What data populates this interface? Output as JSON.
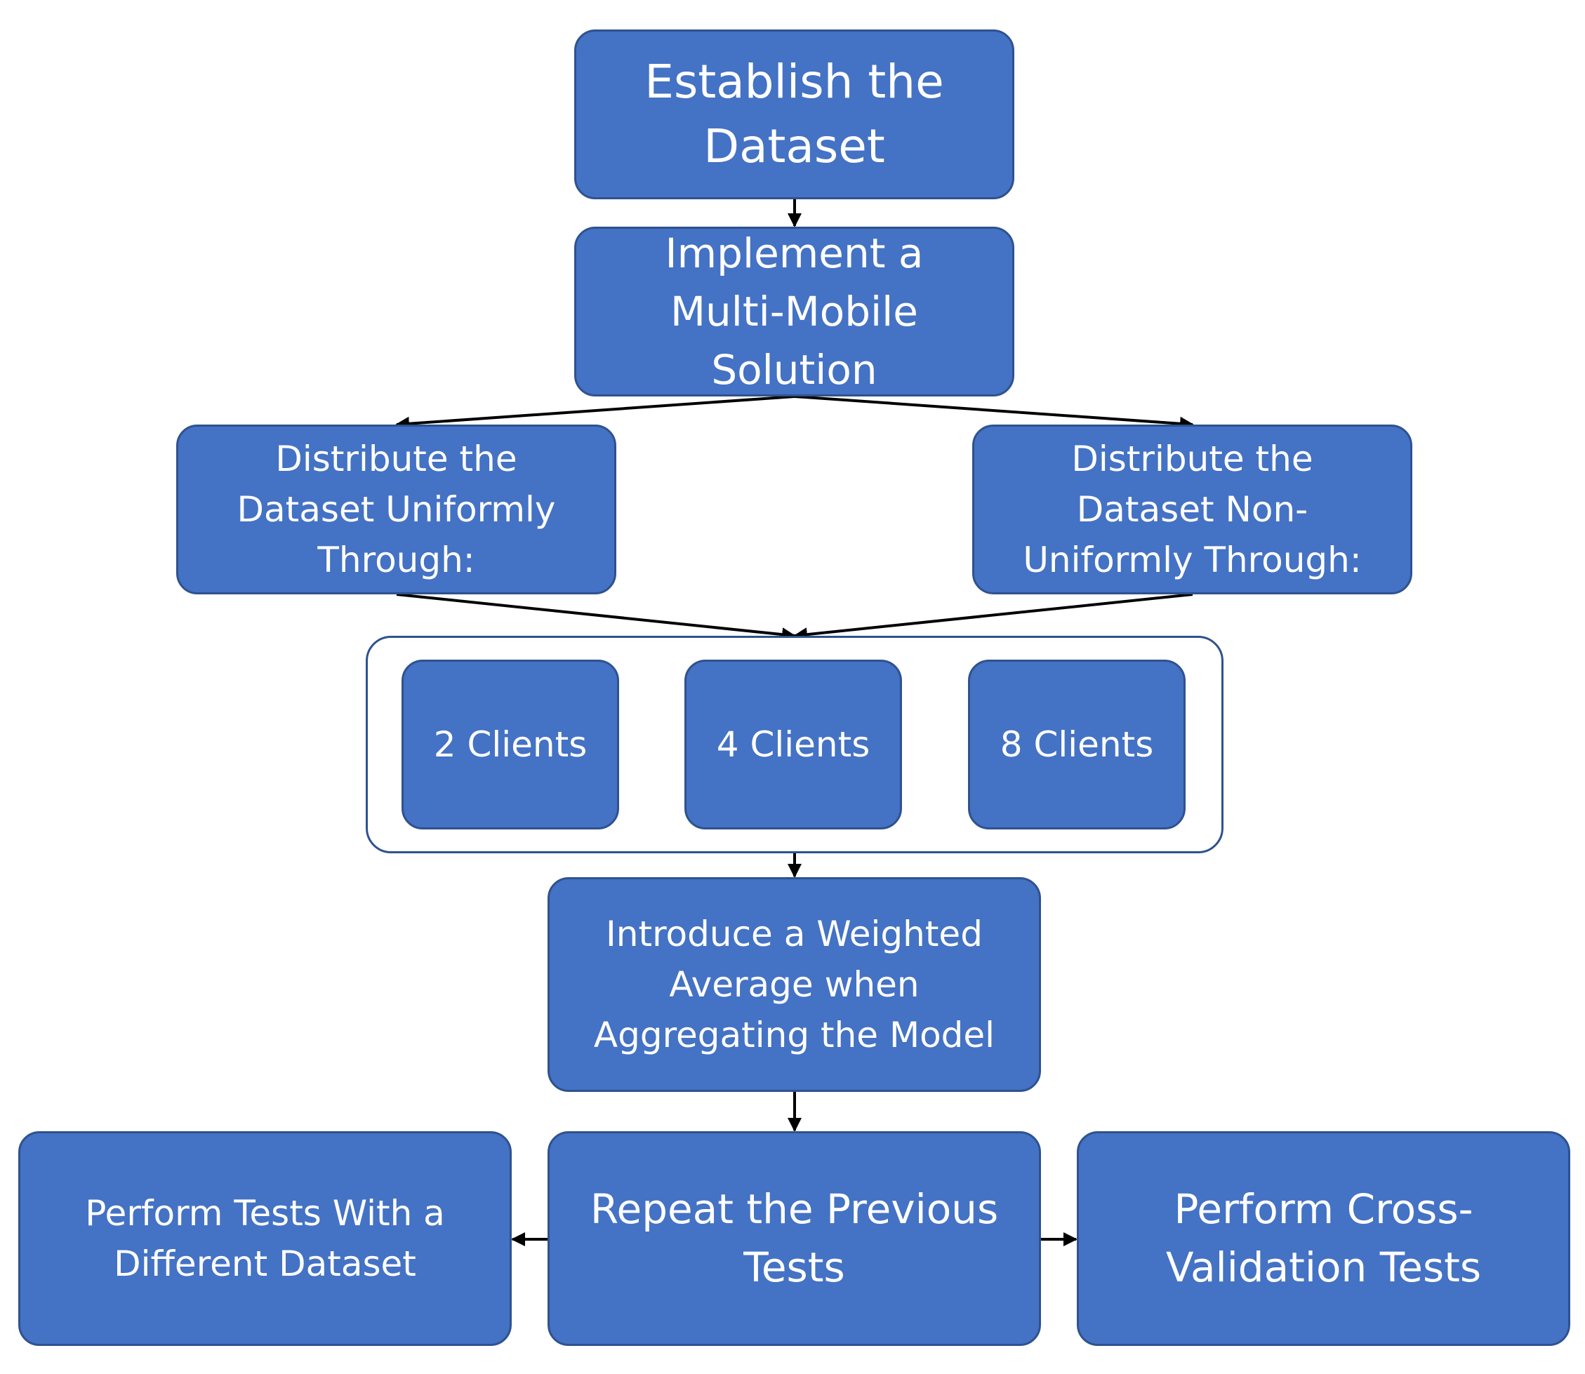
{
  "diagram": {
    "colors": {
      "node_fill": "#4472c4",
      "node_border": "#2f528f",
      "node_text": "#ffffff",
      "connector": "#000000",
      "group_border": "#2f528f"
    },
    "nodes": {
      "establish": "Establish the\nDataset",
      "implement": "Implement a\nMulti-Mobile\nSolution",
      "uniform": "Distribute the\nDataset Uniformly\nThrough:",
      "non_uniform": "Distribute the\nDataset Non-\nUniformly Through:",
      "clients_2": "2 Clients",
      "clients_4": "4 Clients",
      "clients_8": "8 Clients",
      "weighted": "Introduce a Weighted\nAverage when\nAggregating the Model",
      "different_dataset": "Perform Tests With a\nDifferent Dataset",
      "repeat": "Repeat the Previous\nTests",
      "cross_validation": "Perform Cross-\nValidation Tests"
    },
    "edges": [
      {
        "from": "establish",
        "to": "implement"
      },
      {
        "from": "implement",
        "to": "uniform"
      },
      {
        "from": "implement",
        "to": "non_uniform"
      },
      {
        "from": "uniform",
        "to": "clients_group"
      },
      {
        "from": "non_uniform",
        "to": "clients_group"
      },
      {
        "from": "clients_group",
        "to": "weighted"
      },
      {
        "from": "weighted",
        "to": "repeat"
      },
      {
        "from": "repeat",
        "to": "different_dataset"
      },
      {
        "from": "repeat",
        "to": "cross_validation"
      }
    ]
  }
}
